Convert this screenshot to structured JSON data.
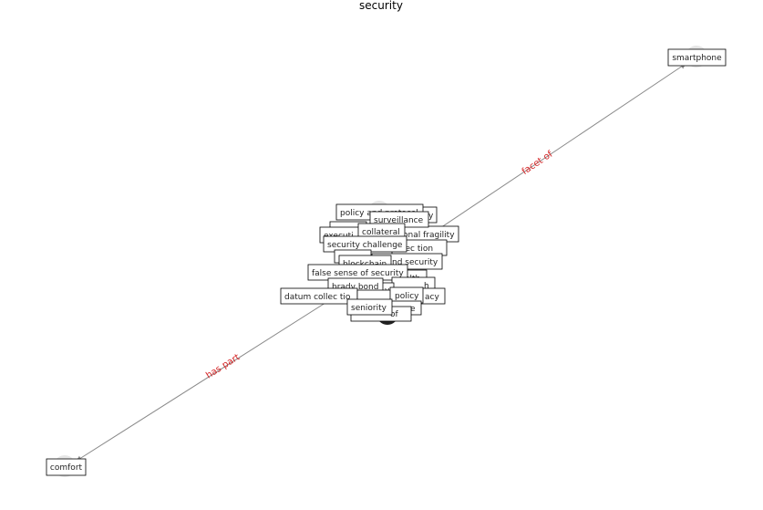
{
  "title": "security",
  "outer_nodes": {
    "smartphone": "smartphone",
    "comfort": "comfort"
  },
  "edge_labels": {
    "facet_of": "facet of",
    "has_part": "has part"
  },
  "cluster_labels": [
    "policy and protocol",
    "y",
    "surveillance",
    "collateral",
    "executi",
    "onal fragility",
    "security challenge",
    "ollec tion",
    "blockchain",
    "nd security",
    "false sense of security",
    "alth",
    "h",
    "brady bond",
    "y",
    "datum collec tio",
    "policy",
    "acy",
    "seniority",
    "e",
    "of"
  ]
}
